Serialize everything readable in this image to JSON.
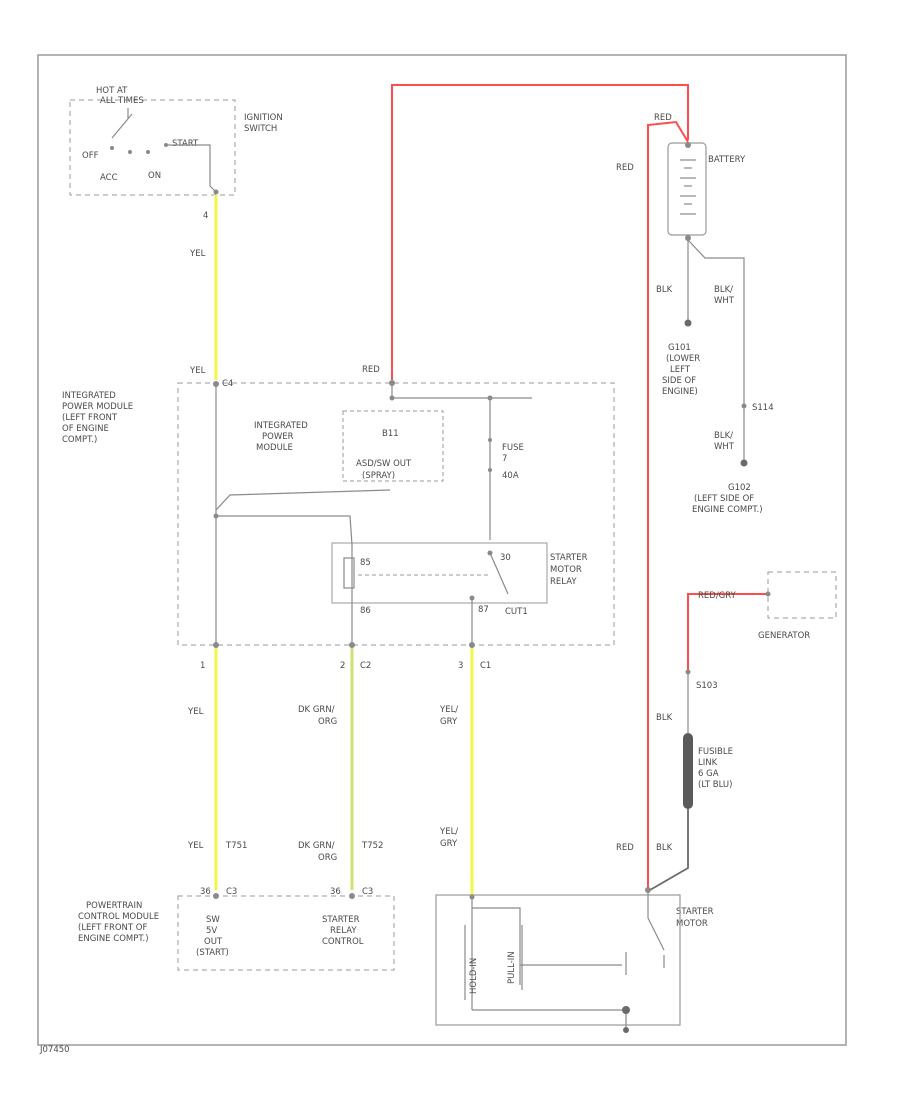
{
  "colors": {
    "wire": "#8a8a8a",
    "box": "#9a9a9a",
    "red_wire": "#ff4d4d",
    "yellow_wire": "#ffff80",
    "greenyellow_wire": "#e6f0a0",
    "text": "#4a4a4a"
  },
  "ignition_switch": {
    "hot_note_1": "HOT AT",
    "hot_note_2": "ALL TIMES",
    "name_1": "IGNITION",
    "name_2": "SWITCH",
    "off": "OFF",
    "start": "START",
    "acc": "ACC",
    "on": "ON",
    "pin": "4",
    "wire": "YEL"
  },
  "ipm": {
    "name_1": "INTEGRATED",
    "name_2": "POWER MODULE",
    "name_3": "(LEFT FRONT",
    "name_4": "OF ENGINE",
    "name_5": "COMPT.)",
    "in_wire": "YEL",
    "in_conn": "C4",
    "batt_wire": "RED",
    "inner_1": "INTEGRATED",
    "inner_2": "POWER",
    "inner_3": "MODULE",
    "chip": "B11",
    "chip_out_1": "ASD/SW OUT",
    "chip_out_2": "(SPRAY)",
    "fuse_1": "FUSE",
    "fuse_2": "7",
    "fuse_3": "40A",
    "relay_1": "STARTER",
    "relay_2": "MOTOR",
    "relay_3": "RELAY",
    "relay_p85": "85",
    "relay_p86": "86",
    "relay_p30": "30",
    "relay_p87": "87",
    "relay_nc": "CUT1",
    "pin_1": "1",
    "pin_2": "2",
    "pin_3": "3",
    "c2": "C2",
    "c1": "C1"
  },
  "wires": {
    "w1_top": "YEL",
    "w2_top_1": "DK GRN/",
    "w2_top_2": "ORG",
    "w3_top_1": "YEL/",
    "w3_top_2": "GRY",
    "w1_bot": "YEL",
    "w1_bot_id": "T751",
    "w2_bot_1": "DK GRN/",
    "w2_bot_2": "ORG",
    "w2_bot_id": "T752",
    "w3_bot_1": "YEL/",
    "w3_bot_2": "GRY"
  },
  "pcm": {
    "conn_1": "36",
    "conn_1b": "C3",
    "conn_2": "36",
    "conn_2b": "C3",
    "name_1": "POWERTRAIN",
    "name_2": "CONTROL MODULE",
    "name_3": "(LEFT FRONT OF",
    "name_4": "ENGINE COMPT.)",
    "left_1": "SW",
    "left_2": "5V",
    "left_3": "OUT",
    "left_4": "(START)",
    "right_1": "STARTER",
    "right_2": "RELAY",
    "right_3": "CONTROL"
  },
  "battery": {
    "name": "BATTERY",
    "red_left": "RED",
    "red_top": "RED",
    "blk": "BLK",
    "blk2_1": "BLK/",
    "blk2_2": "WHT",
    "g101_1": "G101",
    "g101_2": "(LOWER",
    "g101_3": "LEFT",
    "g101_4": "SIDE OF",
    "g101_5": "ENGINE)",
    "s114": "S114",
    "blk3_1": "BLK/",
    "blk3_2": "WHT",
    "g102_1": "G102",
    "g102_2": "(LEFT SIDE OF",
    "g102_3": "ENGINE COMPT.)"
  },
  "generator": {
    "name": "GENERATOR",
    "wire": "RED/GRY",
    "splice": "S103",
    "wire_blk": "BLK",
    "fl_1": "FUSIBLE",
    "fl_2": "LINK",
    "fl_3": "6 GA",
    "fl_4": "(LT BLU)"
  },
  "starter": {
    "red": "RED",
    "blk": "BLK",
    "name_1": "STARTER",
    "name_2": "MOTOR",
    "coil_1": "HOLD-IN",
    "coil_2": "PULL-IN"
  },
  "code": "J07450"
}
